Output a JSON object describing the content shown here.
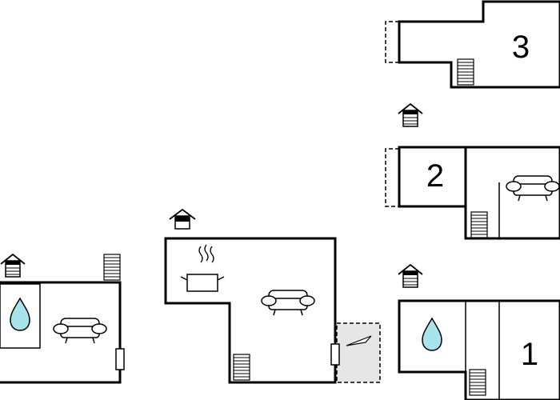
{
  "floor_labels": {
    "floor_1": "1",
    "floor_2": "2",
    "floor_3": "3"
  },
  "colors": {
    "wall": "#000000",
    "water_fill": "#a8e4ec",
    "terrace_fill": "#e6e6e6",
    "background": "#ffffff"
  },
  "icons": [
    "house-icon",
    "stairs-icon",
    "water-drop-icon",
    "sofa-icon",
    "cooking-pot-icon",
    "door-icon",
    "terrace-icon"
  ]
}
